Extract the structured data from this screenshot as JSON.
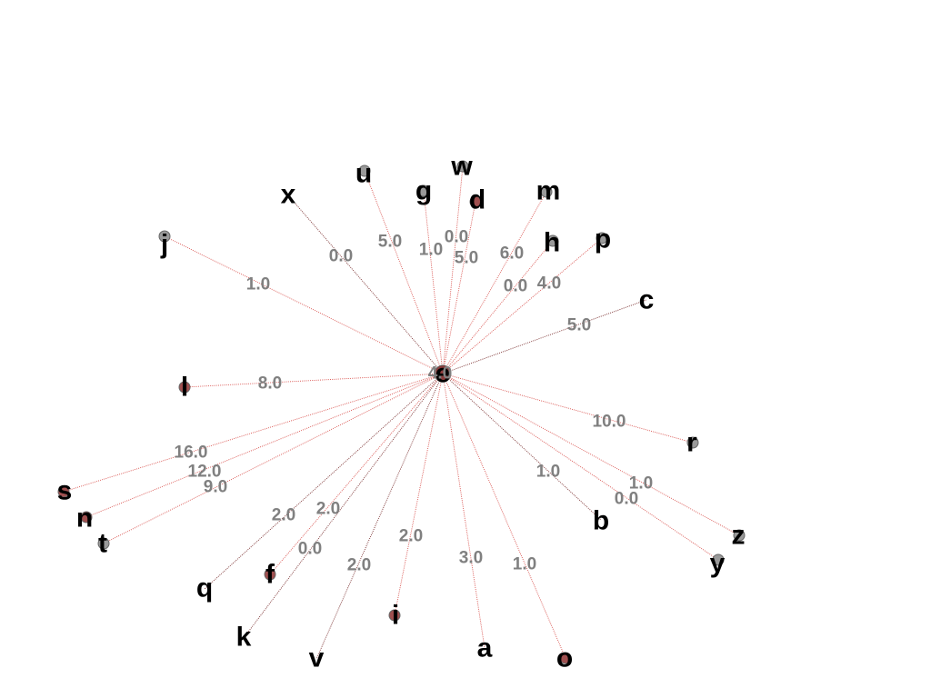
{
  "diagram": {
    "type": "star-graph",
    "center": {
      "id": "e",
      "label": "e",
      "value": "4.0",
      "color": "#8b3a3a"
    },
    "colors": {
      "edge": "#d9534f",
      "dot_light": "#9a9a9a",
      "dot_dark": "#a05050"
    },
    "nodes": [
      {
        "id": "x",
        "label": "x",
        "weight": "0.0",
        "dot": "none"
      },
      {
        "id": "u",
        "label": "u",
        "weight": "5.0",
        "dot": "light"
      },
      {
        "id": "g",
        "label": "g",
        "weight": "1.0",
        "dot": "light"
      },
      {
        "id": "w",
        "label": "w",
        "weight": "0.0",
        "dot": "light"
      },
      {
        "id": "d",
        "label": "d",
        "weight": "5.0",
        "dot": "dark"
      },
      {
        "id": "m",
        "label": "m",
        "weight": "6.0",
        "dot": "light"
      },
      {
        "id": "h",
        "label": "h",
        "weight": "0.0",
        "dot": "light"
      },
      {
        "id": "p",
        "label": "p",
        "weight": "4.0",
        "dot": "light"
      },
      {
        "id": "c",
        "label": "c",
        "weight": "5.0",
        "dot": "none"
      },
      {
        "id": "j",
        "label": "j",
        "weight": "1.0",
        "dot": "light"
      },
      {
        "id": "l",
        "label": "l",
        "weight": "8.0",
        "dot": "dark"
      },
      {
        "id": "r",
        "label": "r",
        "weight": "10.0",
        "dot": "light"
      },
      {
        "id": "s",
        "label": "s",
        "weight": "16.0",
        "dot": "dark"
      },
      {
        "id": "n",
        "label": "n",
        "weight": "12.0",
        "dot": "dark"
      },
      {
        "id": "t",
        "label": "t",
        "weight": "9.0",
        "dot": "light"
      },
      {
        "id": "b",
        "label": "b",
        "weight": "1.0",
        "dot": "none"
      },
      {
        "id": "z",
        "label": "z",
        "weight": "1.0",
        "dot": "light"
      },
      {
        "id": "y",
        "label": "y",
        "weight": "0.0",
        "dot": "light"
      },
      {
        "id": "q",
        "label": "q",
        "weight": "2.0",
        "dot": "none"
      },
      {
        "id": "f",
        "label": "f",
        "weight": "0.0",
        "dot": "dark"
      },
      {
        "id": "k",
        "label": "k",
        "weight": "2.0",
        "dot": "none"
      },
      {
        "id": "v",
        "label": "v",
        "weight": "2.0",
        "dot": "none"
      },
      {
        "id": "i",
        "label": "i",
        "weight": "2.0",
        "dot": "dark"
      },
      {
        "id": "a",
        "label": "a",
        "weight": "3.0",
        "dot": "none"
      },
      {
        "id": "o",
        "label": "o",
        "weight": "1.0",
        "dot": "dark"
      }
    ]
  }
}
